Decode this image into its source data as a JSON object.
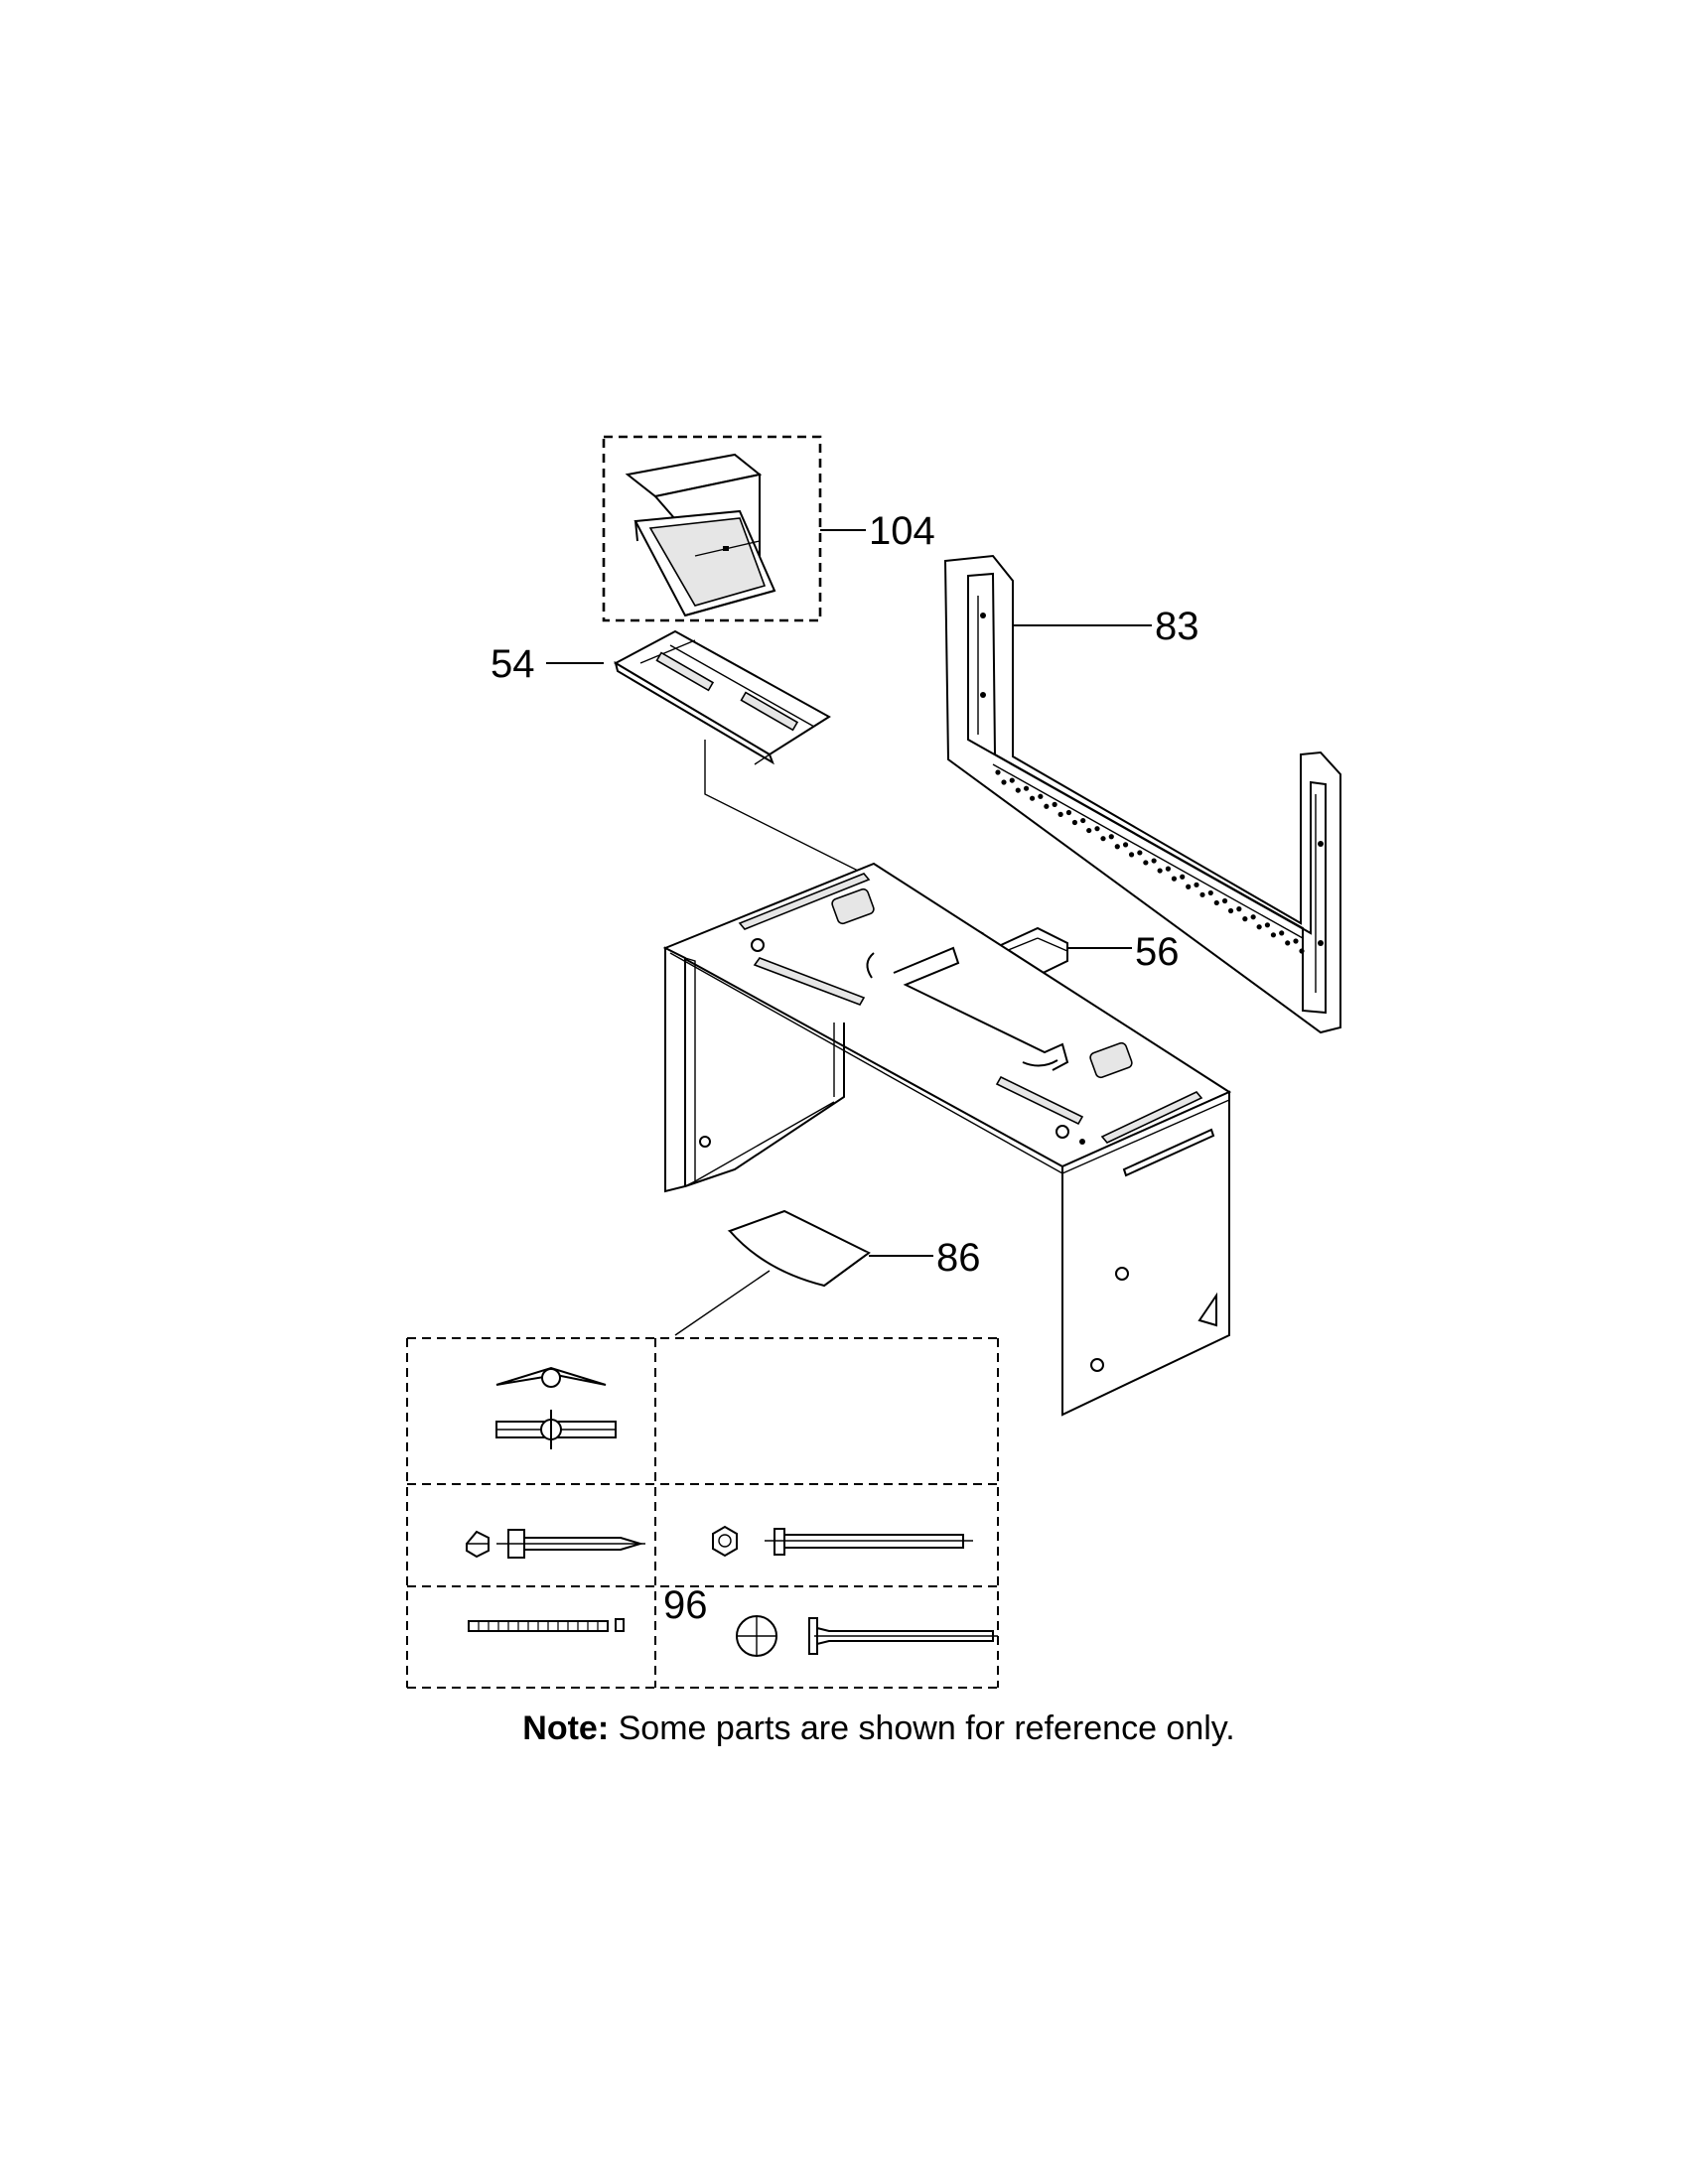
{
  "callouts": [
    {
      "id": "104",
      "label": "104"
    },
    {
      "id": "83",
      "label": "83"
    },
    {
      "id": "54",
      "label": "54"
    },
    {
      "id": "56",
      "label": "56"
    },
    {
      "id": "86",
      "label": "86"
    },
    {
      "id": "96",
      "label": "96"
    }
  ],
  "note": {
    "prefix": "Note:",
    "text": " Some parts are shown for reference only."
  }
}
